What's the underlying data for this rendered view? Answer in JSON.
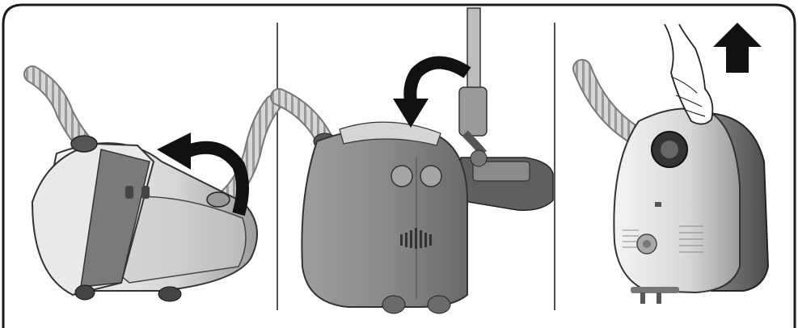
{
  "figure": {
    "panel_count": 3,
    "panels": [
      {
        "id": "1",
        "icons": [
          "vacuum-cleaner-icon",
          "open-lid-icon",
          "curved-arrow-icon",
          "hose-icon"
        ]
      },
      {
        "id": "2",
        "icons": [
          "vacuum-cleaner-icon",
          "tube-hook-icon",
          "curved-arrow-icon",
          "floor-nozzle-icon"
        ]
      },
      {
        "id": "3",
        "icons": [
          "vacuum-cleaner-icon",
          "hand-icon",
          "up-arrow-icon",
          "hose-icon"
        ]
      }
    ],
    "colors": {
      "border": "#1a1a1a",
      "body_light": "#e4e4e4",
      "body_mid": "#b9b9b9",
      "body_dark": "#6f6f6f",
      "arrow": "#111111"
    }
  }
}
